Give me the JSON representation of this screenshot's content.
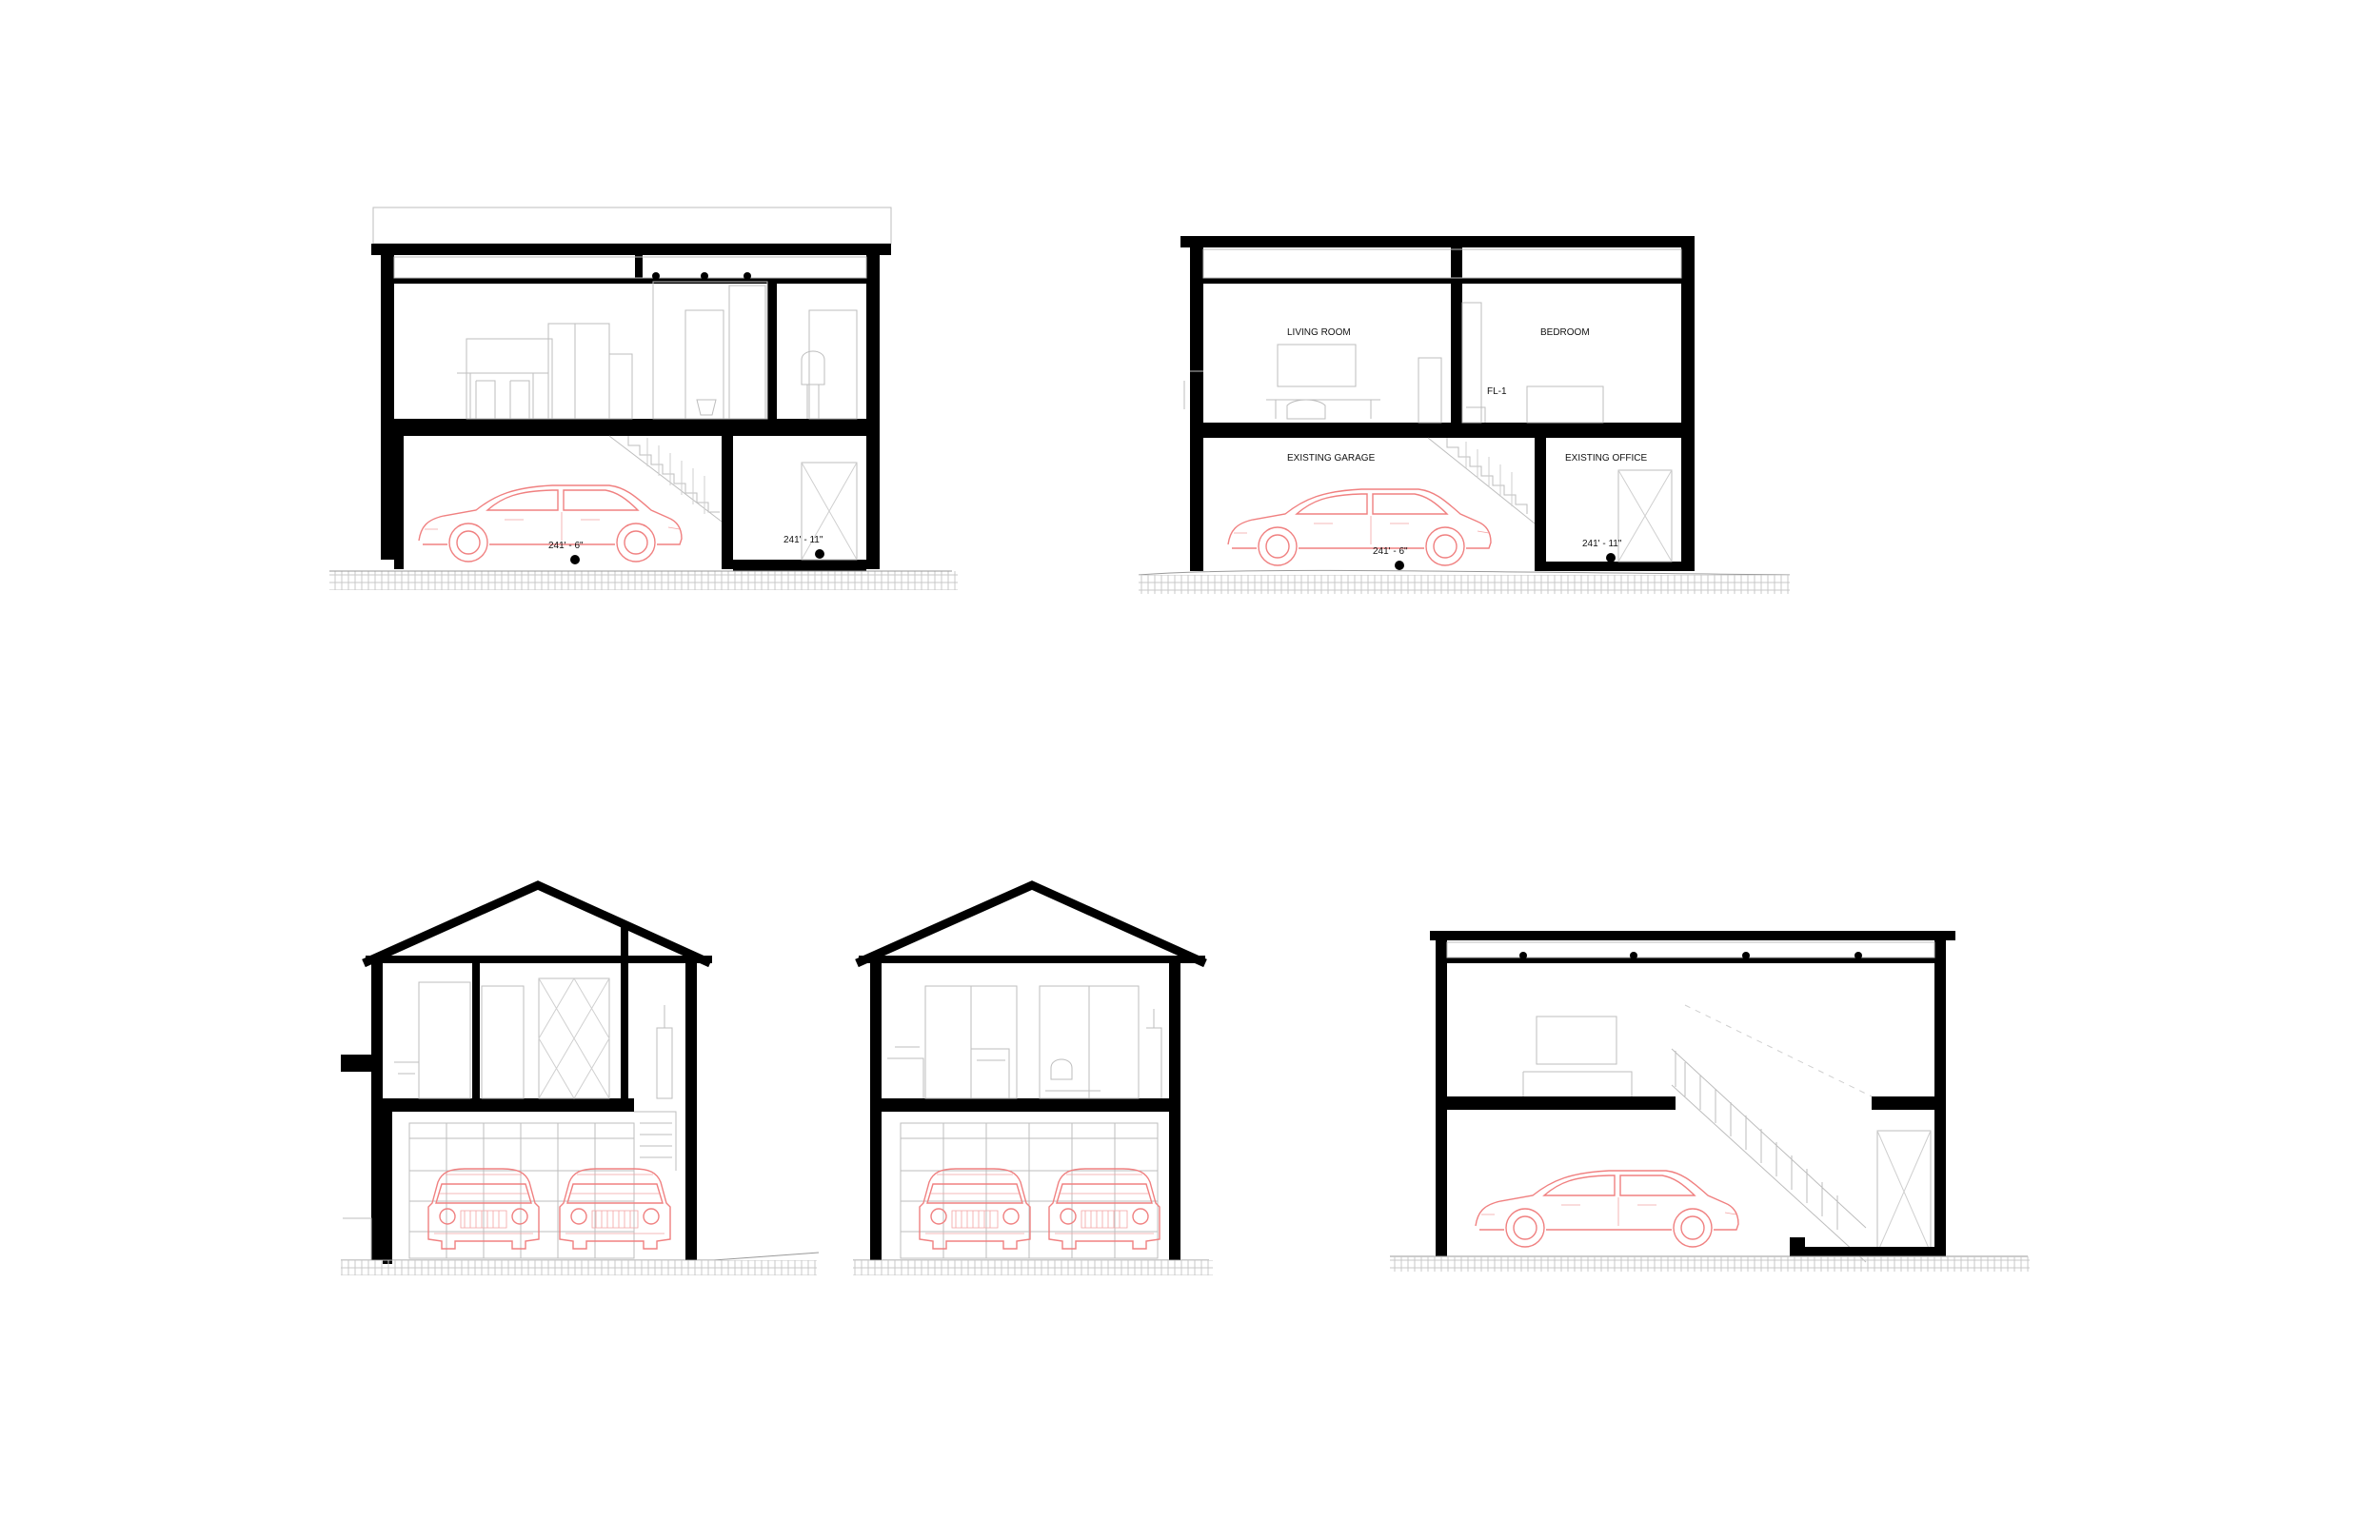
{
  "sheet": {
    "sections": [
      {
        "id": "section-1",
        "room_labels": [],
        "elevations": [
          "241' - 6\"",
          "241' - 11\""
        ]
      },
      {
        "id": "section-2",
        "room_labels": [
          "LIVING ROOM",
          "BEDROOM",
          "EXISTING GARAGE",
          "EXISTING OFFICE"
        ],
        "tags": [
          "FL-1"
        ],
        "elevations": [
          "241' - 6\"",
          "241' - 11\""
        ]
      },
      {
        "id": "section-3",
        "room_labels": [],
        "elevations": []
      },
      {
        "id": "section-4",
        "room_labels": [],
        "elevations": []
      },
      {
        "id": "section-5",
        "room_labels": [],
        "elevations": []
      }
    ]
  },
  "colors": {
    "walls": "#000000",
    "linework": "#bdbdbd",
    "vehicles": "#f08080",
    "background": "#ffffff"
  }
}
